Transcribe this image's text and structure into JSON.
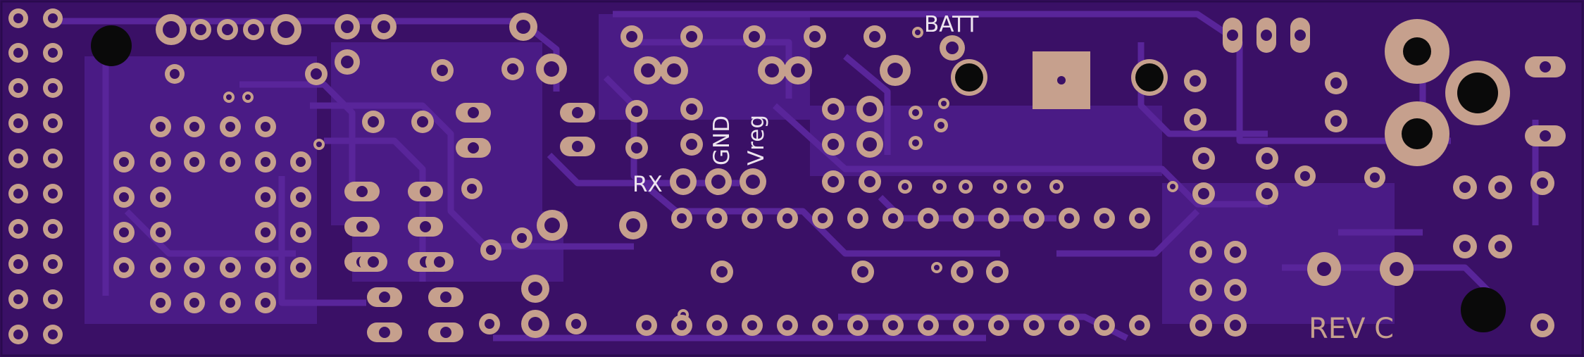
{
  "board": {
    "colors": {
      "substrate": "#3a1066",
      "copper_pour": "#4a1b85",
      "trace": "#59259a",
      "pad": "#c6a08d",
      "drill": "#3a1066",
      "silkscreen": "#ede4ef",
      "rev_text": "#c6a08d"
    },
    "labels": {
      "batt": "BATT",
      "rx": "RX",
      "gnd": "GND",
      "vreg": "Vreg",
      "rev": "REV C"
    }
  }
}
